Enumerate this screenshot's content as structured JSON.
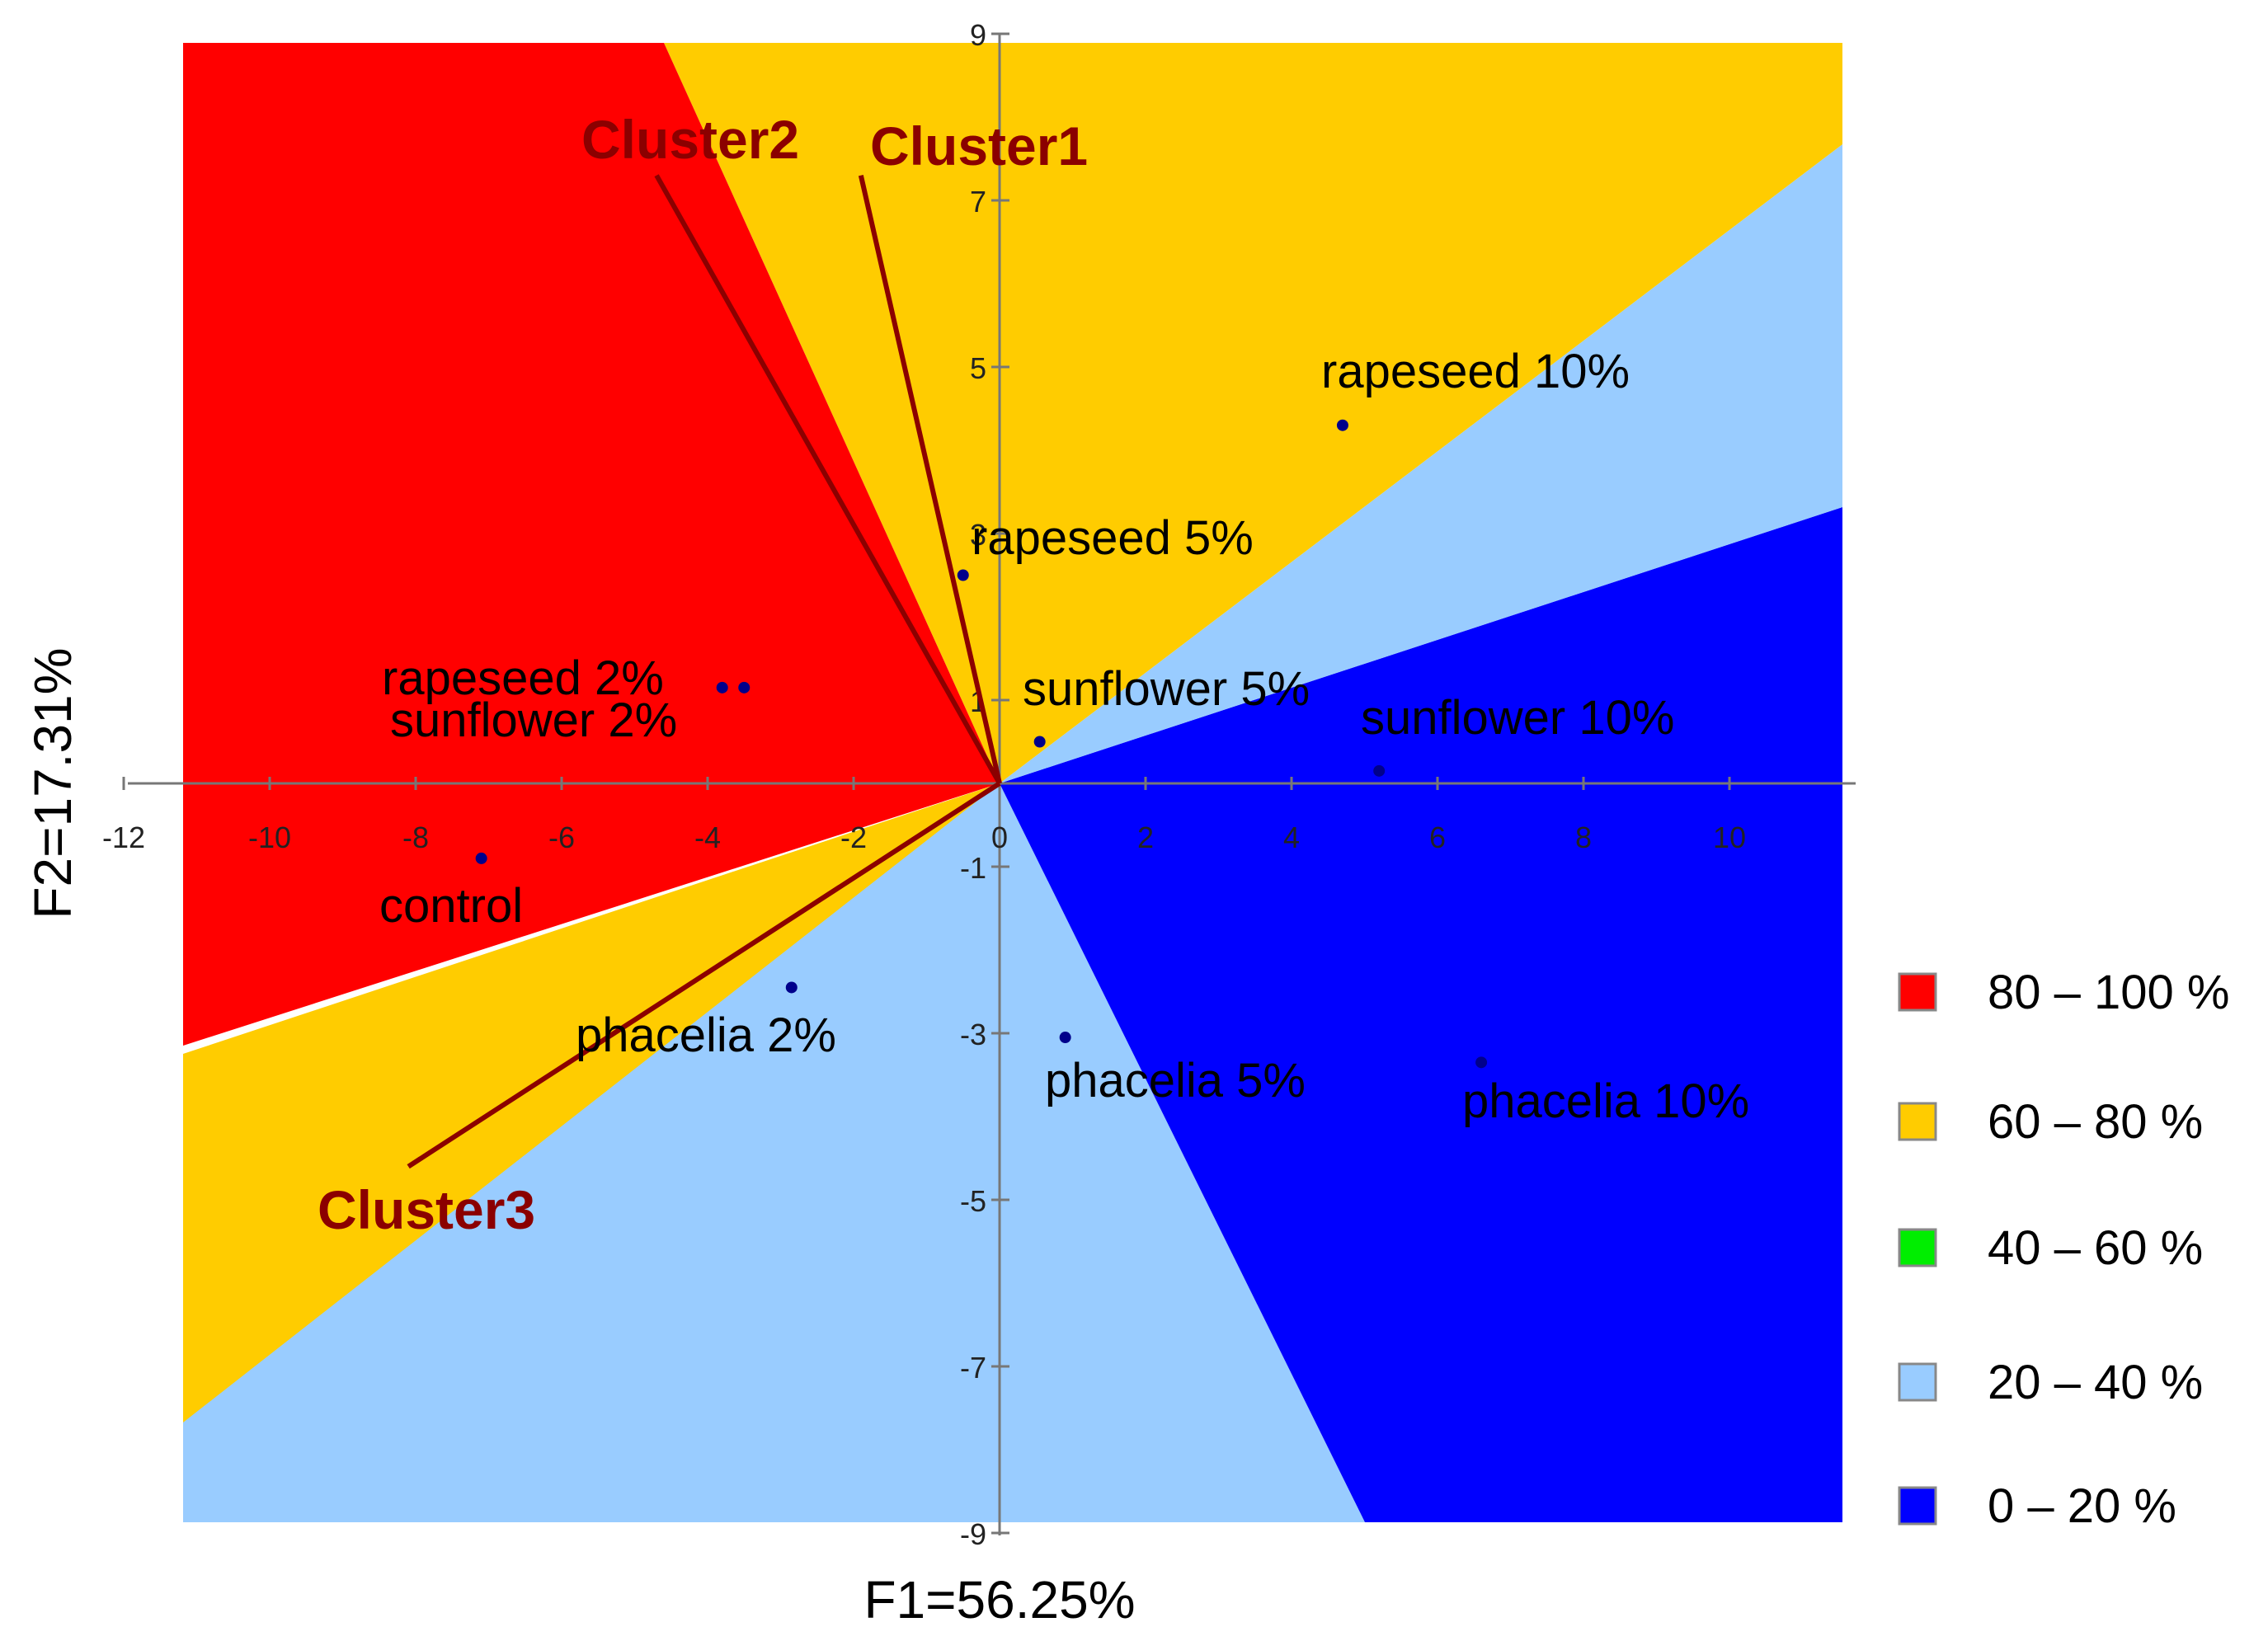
{
  "chart_data": {
    "type": "scatter",
    "title": "",
    "xlabel": "F1=56.25%",
    "ylabel": "F2=17.31%",
    "xlim": [
      -12,
      11.5
    ],
    "ylim": [
      -9,
      9
    ],
    "x_ticks": [
      -12,
      -10,
      -8,
      -6,
      -4,
      -2,
      0,
      2,
      4,
      6,
      8,
      10
    ],
    "y_ticks": [
      9,
      7,
      5,
      3,
      1,
      -1,
      -3,
      -5,
      -7,
      -9
    ],
    "point_color": "#00008b",
    "points": [
      {
        "label": "rapeseed 10%",
        "x": 4.7,
        "y": 4.3
      },
      {
        "label": "rapeseed 5%",
        "x": -0.5,
        "y": 2.5
      },
      {
        "label": "rapeseed 2%",
        "x": -3.8,
        "y": 1.15
      },
      {
        "label": "sunflower 2%",
        "x": -3.5,
        "y": 1.15
      },
      {
        "label": "sunflower 5%",
        "x": 0.55,
        "y": 0.5
      },
      {
        "label": "sunflower 10%",
        "x": 5.2,
        "y": 0.15
      },
      {
        "label": "control",
        "x": -7.1,
        "y": -0.9
      },
      {
        "label": "phacelia 2%",
        "x": -2.85,
        "y": -2.45
      },
      {
        "label": "phacelia 5%",
        "x": 0.9,
        "y": -3.05
      },
      {
        "label": "phacelia 10%",
        "x": 6.6,
        "y": -3.35
      }
    ],
    "vectors": [
      {
        "label": "Cluster1",
        "x": -1.9,
        "y": 7.3
      },
      {
        "label": "Cluster2",
        "x": -4.7,
        "y": 7.3
      },
      {
        "label": "Cluster3",
        "x": -8.1,
        "y": -4.6
      }
    ],
    "vector_color": "#8b0000",
    "regions": [
      {
        "range": "80 – 100 %",
        "color": "#ff0000"
      },
      {
        "range": "60 – 80 %",
        "color": "#ffcc00"
      },
      {
        "range": "40 – 60 %",
        "color": "#00ee00"
      },
      {
        "range": "20 – 40 %",
        "color": "#99ccff"
      },
      {
        "range": "0 – 20 %",
        "color": "#0000ff"
      }
    ],
    "legend_position": "right",
    "grid": false
  }
}
